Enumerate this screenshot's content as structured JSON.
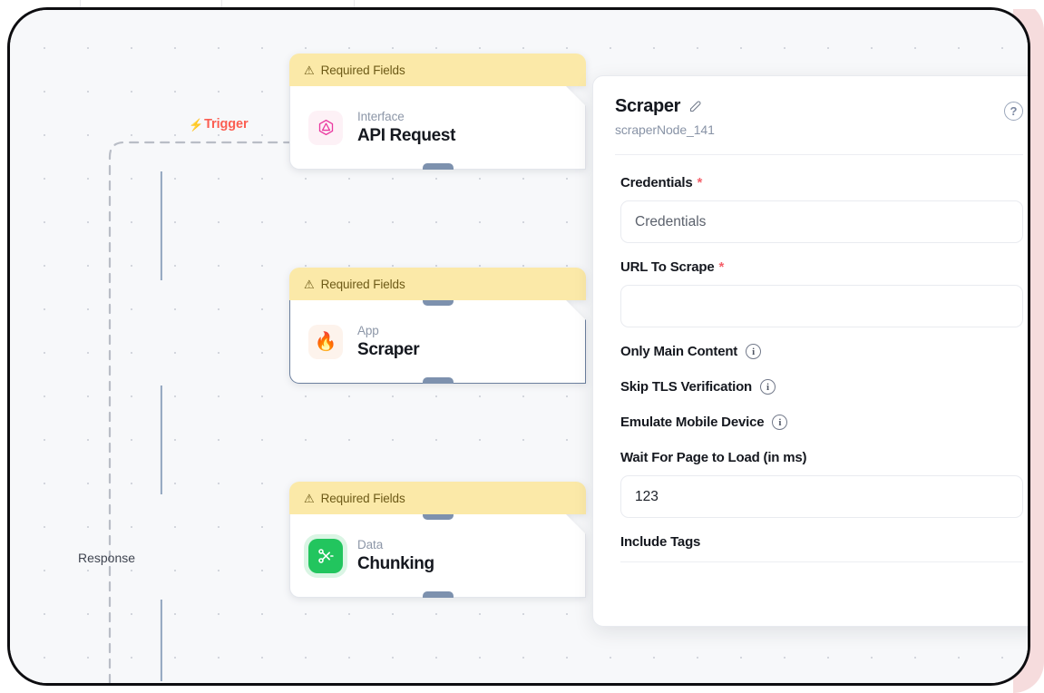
{
  "canvas": {
    "trigger_label": "Trigger",
    "trigger_icon": "lightning-bolt-icon",
    "trigger_color": "#fb5e52",
    "response_label": "Response",
    "banner_text": "Required Fields",
    "banner_icon": "warning-triangle-icon",
    "banner_color": "#fbe9a8"
  },
  "nodes": [
    {
      "banner": "Required Fields",
      "kind": "Interface",
      "title": "API Request",
      "icon": "graphql-hexagon-icon",
      "selected": false
    },
    {
      "banner": "Required Fields",
      "kind": "App",
      "title": "Scraper",
      "icon": "flame-icon",
      "selected": true
    },
    {
      "banner": "Required Fields",
      "kind": "Data",
      "title": "Chunking",
      "icon": "scissors-icon",
      "selected": false
    }
  ],
  "panel": {
    "title": "Scraper",
    "edit_icon": "pencil-icon",
    "subtitle": "scraperNode_141",
    "help_icon": "question-mark-icon",
    "fields": [
      {
        "label": "Credentials",
        "required": true,
        "type": "text",
        "value": "",
        "placeholder": "Credentials"
      },
      {
        "label": "URL To Scrape",
        "required": true,
        "type": "text",
        "value": "",
        "placeholder": ""
      },
      {
        "label": "Only Main Content",
        "required": false,
        "type": "toggle",
        "info_icon": "info-icon",
        "info_glyph": "i"
      },
      {
        "label": "Skip TLS Verification",
        "required": false,
        "type": "toggle",
        "info_icon": "info-icon",
        "info_glyph": "i"
      },
      {
        "label": "Emulate Mobile Device",
        "required": false,
        "type": "toggle",
        "info_icon": "info-icon",
        "info_glyph": "i"
      },
      {
        "label": "Wait For Page to Load (in ms)",
        "required": false,
        "type": "text",
        "value": "123",
        "placeholder": ""
      },
      {
        "label": "Include Tags",
        "required": false,
        "type": "label-only",
        "value": "",
        "placeholder": ""
      }
    ],
    "required_marker": "*"
  },
  "colors": {
    "accent_trigger": "#fb5e52",
    "banner_yellow": "#fbe9a8",
    "node_selected_border": "#6b7f9e",
    "handle": "#7d91ae",
    "required_star": "#f4606a",
    "data_icon_green": "#22c55e",
    "rose_strip": "#f6dcdd"
  }
}
